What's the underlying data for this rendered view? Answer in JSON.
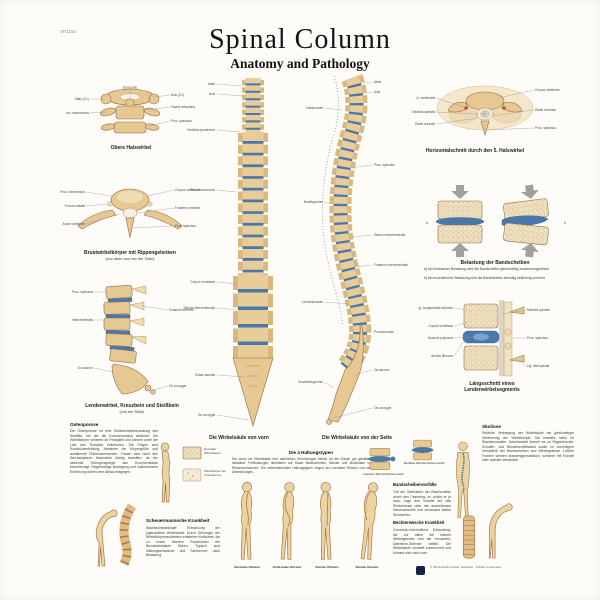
{
  "meta": {
    "product_code": "VR1152",
    "copyright": "© 3B Scientific GmbH, Hamburg · Printed in Germany"
  },
  "title": "Spinal Column",
  "subtitle": "Anatomy and Pathology",
  "accent_colors": {
    "bone": "#e6c893",
    "disc_blue": "#4a78ab",
    "outline": "#9a6b3f"
  },
  "left": {
    "cervical": {
      "caption": "Obere Halswirbel",
      "labels": [
        "Dens axis",
        "Atlas (C1)",
        "Axis (C2)",
        "Proc. transversus",
        "Facies articularis",
        "Proc. spinosus"
      ]
    },
    "thoracic": {
      "caption": "Brustwirbelkörper mit Rippengelenken",
      "subcaption": "(von oben und von der Seite)",
      "labels": [
        "Proc. transversus",
        "Fovea costalis",
        "Arcus vertebrae",
        "Corpus vertebrae",
        "Foramen vertebrale",
        "Proc. spinosus"
      ]
    },
    "lumbar": {
      "caption": "Lendenwirbel, Kreuzbein und Steißbein",
      "subcaption": "(von der Seite)",
      "labels": [
        "Proc. spinosus",
        "Discus intervertebralis",
        "Os sacrum",
        "Foramen intervertebrale",
        "Os coccygis"
      ]
    },
    "osteoporosis": {
      "heading": "Osteoporose",
      "body": "Die Osteoporose ist eine Stoffwechselerkrankung des Skeletts, bei der die Knochenmasse abnimmt. Die Wirbelkörper verlieren an Festigkeit und können unter der Last des Rumpfes einbrechen. Die Folgen sind Rundrückenbildung, Abnahme der Körpergröße und anhaltende Rückenschmerzen. Frauen sind nach den Wechseljahren besonders häufig betroffen, da der sinkende Östrogenspiegel den Knochenabbau beschleunigt. Regelmäßige Bewegung und kalziumreiche Ernährung wirken dem Abbau entgegen.",
      "chip1": "Normaler Wirbelkörper",
      "chip2": "Wirbelkörper bei Osteoporose"
    },
    "scheuermann": {
      "heading": "Scheuermannsche Krankheit",
      "body": "Wachstumsbedingte Erkrankung der jugendlichen Wirbelsäule. Durch Störungen der Wirbelkörperrandleisten entstehen Keilwirbel, die zu einem fixierten Rundrücken der Brustwirbelsäule führen. Typisch sind Haltungsschwäche und Schmerzen nach Belastung."
    }
  },
  "center": {
    "front": {
      "caption": "Die Wirbelsäule von vorn",
      "labels": [
        "Atlas",
        "Axis",
        "Vertebra prominens",
        "Proc. transversus",
        "Corpus vertebrae",
        "Discus intervertebralis",
        "Crista sacralis",
        "Os coccygis"
      ]
    },
    "side": {
      "caption": "Die Wirbelsäule von der Seite",
      "labels_left": [
        "Halslordose",
        "Brustkyphose",
        "Lendenlordose",
        "Kreuzbeinkyphose"
      ],
      "labels_right": [
        "Atlas",
        "Axis",
        "Proc. spinosus",
        "Discus intervertebralis",
        "Foramen intervertebrale",
        "Promontorium",
        "Os sacrum",
        "Os coccygis"
      ]
    }
  },
  "right": {
    "axial": {
      "caption": "Horizontalschnitt durch den 5. Halswirbel",
      "labels": [
        "A. vertebralis",
        "Medulla spinalis",
        "Radix dorsalis",
        "Corpus vertebrae",
        "Radix ventralis",
        "Proc. spinosus"
      ]
    },
    "loading": {
      "caption": "Belastung der Bandscheiben",
      "tag_a": "a",
      "tag_b": "b",
      "note_a": "a) bei zentrischer Belastung wird die Bandscheibe gleichmäßig zusammengedrückt",
      "note_b": "b) bei exzentrischer Belastung wird die Bandscheibe einseitig keilförmig verformt"
    },
    "segment": {
      "caption": "Längsschnitt eines Lendenwirbelsegments",
      "labels": [
        "Lig. longitudinale anterius",
        "Corpus vertebrae",
        "Nucleus pulposus",
        "Anulus fibrosus",
        "Medulla spinalis",
        "Proc. spinosus",
        "Lig. interspinale"
      ]
    },
    "scoliosis": {
      "heading": "Skoliose",
      "body": "Seitliche Verbiegung der Wirbelsäule mit gleichzeitiger Verdrehung der Wirbelkörper. Sie entsteht meist im Wachstumsalter. Unbehandelt kommt es zu Rippenbuckel, Schulter- und Beckenschiefstand sowie zu vorzeitigem Verschleiß der Bandscheiben und Wirbelgelenke. Leichte Formen werden krankengymnastisch, schwere mit Korsett oder operativ behandelt."
    }
  },
  "bottom": {
    "postures": {
      "heading": "Die 4 Haltungstypen",
      "body": "Nur wenn die Wirbelsäule ihre natürlichen Krümmungen behält, ist der Körper gut gehalten und federnd belastbar. Fehlhaltungen überlasten auf Dauer Bandscheiben, Bänder und Muskulatur und führen zu Rückenschmerzen. Die nebenstehenden Haltungstypen zeigen den normalen Rücken und seine häufigsten Abweichungen.",
      "figures": [
        "Normaler Rücken",
        "Hohlrunder Rücken",
        "Flacher Rücken",
        "Runder Rücken"
      ]
    },
    "herniation": {
      "lateral": "Lateraler Bandscheibenvorfall",
      "medial": "Medialer Bandscheibenvorfall",
      "heading": "Bandscheibenvorfälle",
      "body": "Tritt der Gallertkern der Bandscheibe durch den Faserring, so drückt er je nach Lage des Vorfalls auf das Rückenmark oder die austretenden Nervenwurzeln und verursacht starke Schmerzen."
    },
    "bechterew": {
      "heading": "Bechterewsche Krankheit",
      "body": "Chronisch-entzündliche Erkrankung, die vor allem die kleinen Wirbelgelenke und die Kreuzbein-Darmbein-Gelenke befällt. Die Wirbelsäule versteift zunehmend und krümmt sich nach vorn."
    }
  }
}
